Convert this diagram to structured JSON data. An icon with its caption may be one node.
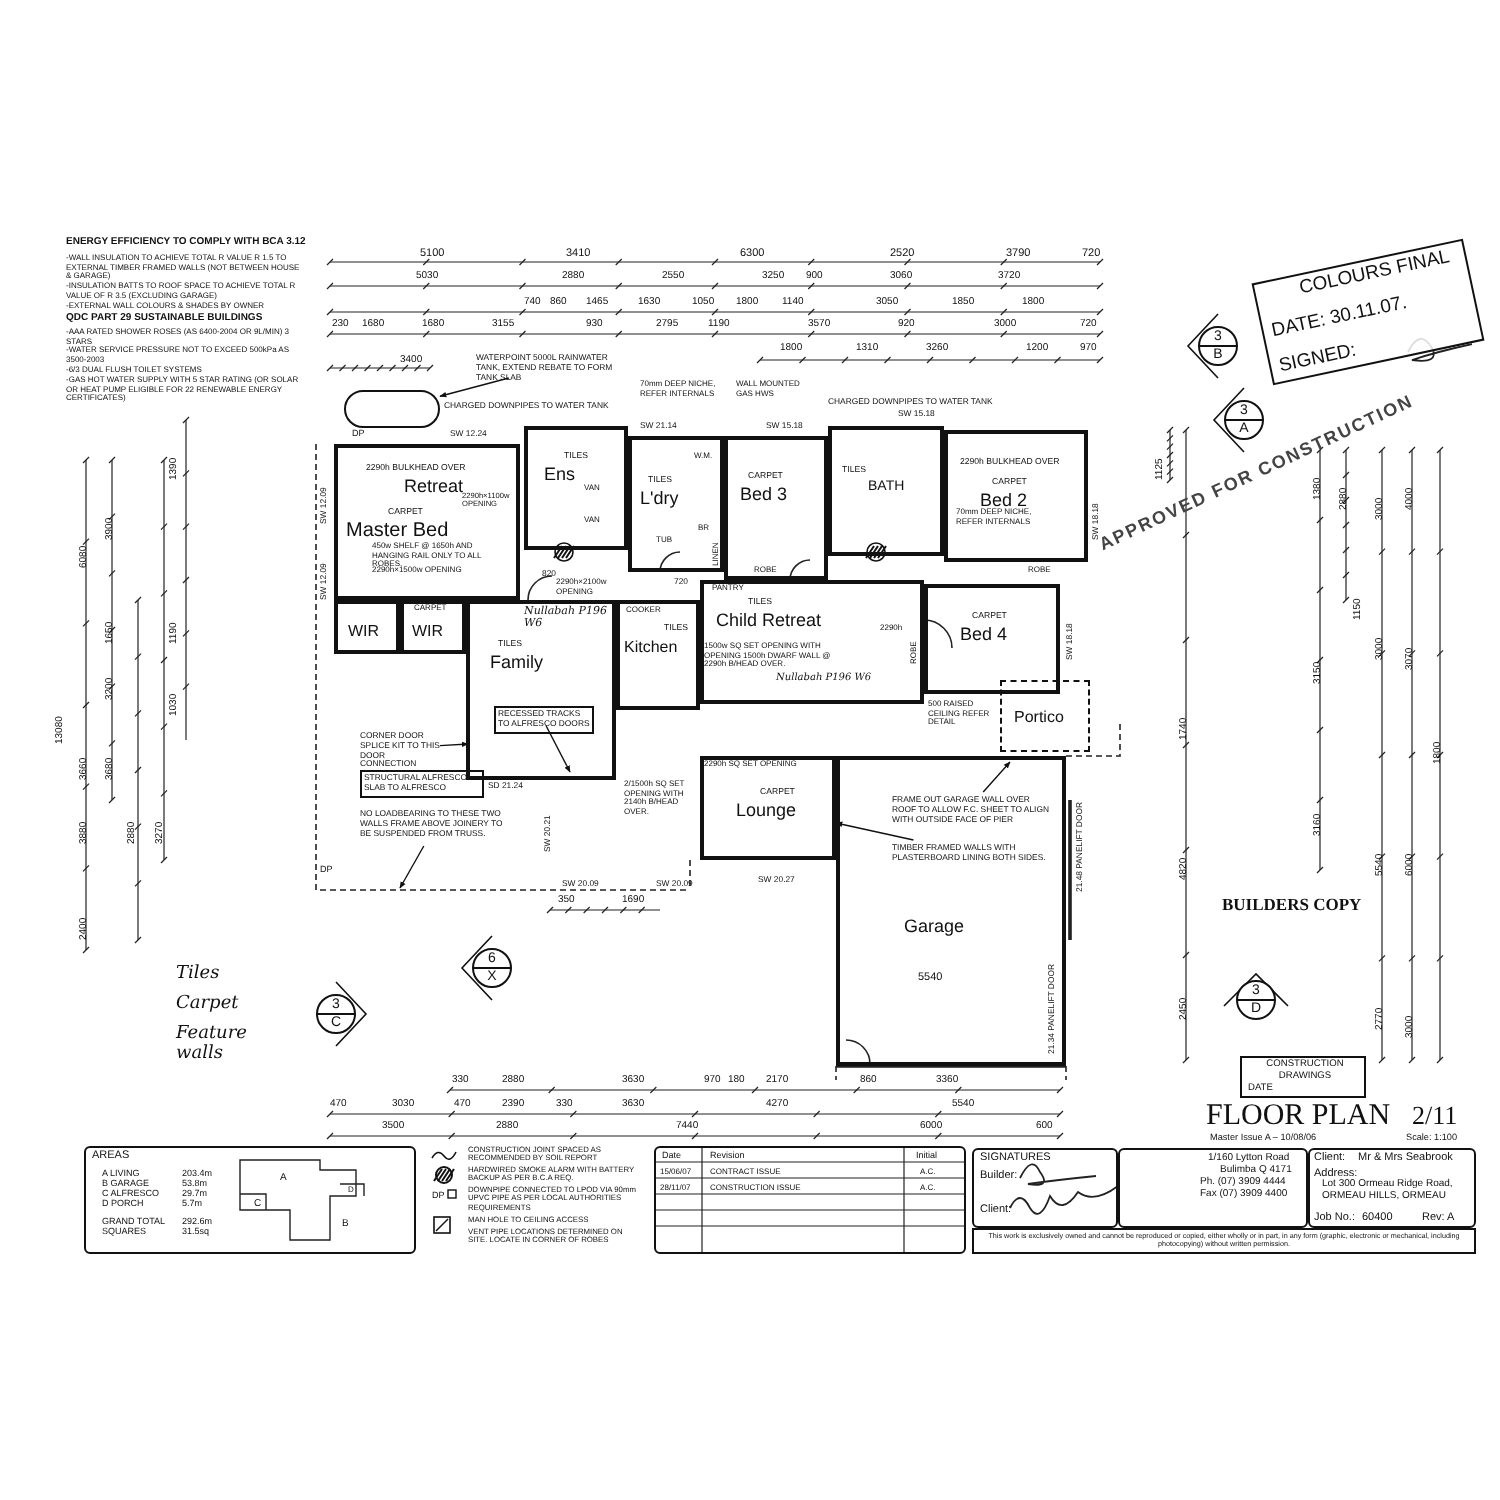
{
  "diagram": {
    "title": "FLOOR PLAN",
    "nodes": [
      {
        "text": [
          "2290h BULKHEAD OVER",
          "Retreat",
          "CARPET",
          "Master Bed"
        ]
      },
      {
        "text": [
          "WIR"
        ]
      },
      {
        "text": [
          "WIR"
        ]
      },
      {
        "text": [
          "TILES",
          "Ens"
        ]
      },
      {
        "text": [
          "TILES",
          "L'dry"
        ]
      },
      {
        "text": [
          "CARPET",
          "Bed 3"
        ]
      },
      {
        "text": [
          "TILES",
          "BATH"
        ]
      },
      {
        "text": [
          "2290h BULKHEAD OVER",
          "CARPET",
          "Bed 2"
        ]
      },
      {
        "text": [
          "TILES",
          "Family"
        ]
      },
      {
        "text": [
          "TILES",
          "Kitchen"
        ]
      },
      {
        "text": [
          "TILES",
          "Child Retreat"
        ]
      },
      {
        "text": [
          "CARPET",
          "Bed 4"
        ]
      },
      {
        "text": [
          "Portico"
        ]
      },
      {
        "text": [
          "CARPET",
          "Lounge"
        ]
      },
      {
        "text": [
          "Garage"
        ]
      },
      {
        "text": [],
        "shape": "box"
      },
      {
        "text": [
          "WATERPOINT 5000L RAINWATER TANK, EXTEND REBATE TO FORM TANK SLAB"
        ]
      },
      {
        "text": [
          "RECESSED TRACKS TO ALFRESCO DOORS"
        ],
        "in": 8
      },
      {
        "text": [
          "CORNER DOOR SPLICE KIT TO THIS DOOR CONNECTION"
        ]
      },
      {
        "text": [
          "STRUCTURAL ALFRESCO SLAB TO ALFRESCO"
        ]
      },
      {
        "text": [
          "NO LOADBEARING TO THESE TWO WALLS FRAME ABOVE JOINERY TO BE SUSPENDED FROM TRUSS."
        ]
      },
      {
        "text": [
          "FRAME OUT GARAGE WALL OVER ROOF TO ALLOW F.C. SHEET TO ALIGN WITH OUTSIDE FACE OF PIER"
        ],
        "in": 14
      },
      {
        "text": [
          "TIMBER FRAMED WALLS WITH PLASTERBOARD LINING BOTH SIDES."
        ],
        "in": 14
      },
      {
        "text": [
          "3",
          "B"
        ]
      },
      {
        "text": [
          "3",
          "A"
        ]
      },
      {
        "text": [
          "3",
          "C"
        ]
      },
      {
        "text": [
          "6",
          "X"
        ]
      },
      {
        "text": [
          "3",
          "D"
        ]
      },
      {
        "text": [
          "COLOURS FINAL",
          "DATE: 30.11.07.",
          "SIGNED:"
        ]
      },
      {
        "text": [
          "CONSTRUCTION DRAWINGS",
          "DATE"
        ]
      },
      {
        "text": [
          "AREAS",
          "A LIVING",
          "203.4m",
          "B GARAGE",
          "53.8m",
          "C ALFRESCO",
          "29.7m",
          "D PORCH",
          "5.7m",
          "GRAND TOTAL",
          "292.6m",
          "SQUARES",
          "31.5sq"
        ]
      },
      {
        "text": [
          "Date",
          "Revision",
          "Initial",
          "15/06/07",
          "CONTRACT ISSUE",
          "A.C.",
          "28/11/07",
          "CONSTRUCTION ISSUE",
          "A.C."
        ]
      },
      {
        "text": [
          "SIGNATURES",
          "Builder:",
          "Client:"
        ]
      },
      {
        "text": [
          "1/160 Lytton Road",
          "Bulimba Q 4171",
          "Ph. (07) 3909 4444",
          "Fax (07) 3909 4400"
        ]
      },
      {
        "text": [
          "Client:",
          "Mr & Mrs Seabrook",
          "Address:",
          "Lot 300 Ormeau Ridge Road, ORMEAU HILLS, ORMEAU",
          "Job No.:",
          "60400",
          "Rev: A"
        ]
      },
      {
        "text": [
          "This work is exclusively owned and cannot be reproduced or copied, either wholly or in part, in any form (graphic, electronic or mechanical, including photocopying) without written permission."
        ]
      }
    ],
    "edges": [
      {
        "from": 16,
        "to": 15,
        "arrow": "to"
      },
      {
        "from": 17,
        "to": null,
        "arrow": "to"
      },
      {
        "from": 18,
        "to": null,
        "arrow": "to"
      },
      {
        "from": 20,
        "to": null,
        "arrow": "to"
      },
      {
        "from": 21,
        "to": null,
        "arrow": "to"
      },
      {
        "from": 22,
        "to": 13,
        "arrow": "to"
      }
    ],
    "labels": [
      "ENERGY EFFICIENCY TO COMPLY WITH BCA 3.12",
      "-WALL INSULATION TO ACHIEVE TOTAL R VALUE R 1.5 TO EXTERNAL TIMBER FRAMED WALLS (NOT BETWEEN HOUSE & GARAGE)",
      "-INSULATION BATTS TO ROOF SPACE TO ACHIEVE TOTAL R VALUE OF R 3.5 (EXCLUDING GARAGE)",
      "-EXTERNAL WALL COLOURS & SHADES BY OWNER",
      "QDC PART 29 SUSTAINABLE BUILDINGS",
      "-AAA RATED SHOWER ROSES (AS 6400-2004 OR 9L/MIN) 3 STARS",
      "-WATER SERVICE PRESSURE NOT TO EXCEED 500kPa AS 3500-2003",
      "-6/3 DUAL FLUSH TOILET SYSTEMS",
      "-GAS HOT WATER SUPPLY WITH 5 STAR RATING (OR SOLAR OR HEAT PUMP ELIGIBLE FOR 22 RENEWABLE ENERGY CERTIFICATES)",
      "5100",
      "3410",
      "6300",
      "2520",
      "3790",
      "720",
      "5030",
      "2880",
      "2550",
      "3250",
      "900",
      "3060",
      "3720",
      "740",
      "860",
      "1465",
      "1630",
      "1050",
      "1800",
      "1140",
      "3050",
      "1850",
      "1800",
      "230",
      "1680",
      "1680",
      "3155",
      "930",
      "2795",
      "1190",
      "3570",
      "920",
      "3000",
      "720",
      "1800",
      "1310",
      "3260",
      "1200",
      "970",
      "3400",
      "CHARGED DOWNPIPES TO WATER TANK",
      "CHARGED DOWNPIPES TO WATER TANK",
      "70mm DEEP NICHE, REFER INTERNALS",
      "WALL MOUNTED GAS HWS",
      "DP",
      "SW 12.24",
      "SW 21.14",
      "SW 15.18",
      "SW 15.18",
      "SW 12.09",
      "SW 12.09",
      "SW 18.18",
      "SW 18.18",
      "2290h×1100w OPENING",
      "450w SHELF @ 1650h AND HANGING RAIL ONLY TO ALL ROBES.",
      "2290h×1500w OPENING",
      "CARPET",
      "2290h×2100w OPENING",
      "VAN",
      "VAN",
      "W.M.",
      "BR",
      "TUB",
      "LINEN",
      "ROBE",
      "ROBE",
      "ROBE",
      "PANTRY",
      "COOKER",
      "70mm DEEP NICHE, REFER INTERNALS",
      "1500w SQ SET OPENING WITH OPENING 1500h DWARF WALL @ 2290h B/HEAD OVER.",
      "2290h",
      "500 RAISED CEILING REFER DETAIL",
      "2290h SQ SET OPENING",
      "SD 21.24",
      "2/1500h SQ SET OPENING WITH 2140h B/HEAD OVER.",
      "SW 20.21",
      "SW 20.09",
      "SW 20.09",
      "SW 20.27",
      "21.48 PANELIFT DOOR",
      "21.34 PANELIFT DOOR",
      "DP",
      "820",
      "720",
      "6080",
      "3900",
      "1390",
      "1650",
      "1190",
      "3200",
      "1030",
      "13080",
      "3660",
      "3680",
      "3880",
      "2880",
      "3270",
      "2400",
      "1125",
      "1380",
      "2880",
      "3000",
      "4000",
      "1150",
      "3150",
      "3000",
      "3070",
      "1740",
      "1800",
      "4820",
      "3160",
      "5540",
      "6000",
      "2450",
      "2770",
      "3000",
      "330",
      "2880",
      "3630",
      "970",
      "180",
      "2170",
      "860",
      "3360",
      "470",
      "3030",
      "470",
      "2390",
      "330",
      "3630",
      "4270",
      "5540",
      "3500",
      "2880",
      "7440",
      "6000",
      "600",
      "350",
      "1690",
      "5540",
      "Nullabah P196 W6",
      "Nullabah P196 W6",
      "Tiles",
      "Carpet",
      "Feature walls",
      "APPROVED FOR CONSTRUCTION",
      "BUILDERS COPY",
      "2/11",
      "Master Issue A – 10/08/06",
      "Scale: 1:100",
      "A",
      "B",
      "C",
      "D",
      "DP"
    ],
    "legend": [
      {
        "text": "CONSTRUCTION JOINT SPACED AS RECOMMENDED BY SOIL REPORT"
      },
      {
        "text": "HARDWIRED SMOKE ALARM WITH BATTERY BACKUP AS PER B.C.A REQ."
      },
      {
        "text": "DOWNPIPE CONNECTED TO LPOD VIA 90mm UPVC PIPE AS PER LOCAL AUTHORITIES REQUIREMENTS"
      },
      {
        "text": "MAN HOLE TO CEILING ACCESS"
      },
      {
        "text": "VENT PIPE LOCATIONS DETERMINED ON SITE. LOCATE IN CORNER OF ROBES"
      }
    ]
  }
}
